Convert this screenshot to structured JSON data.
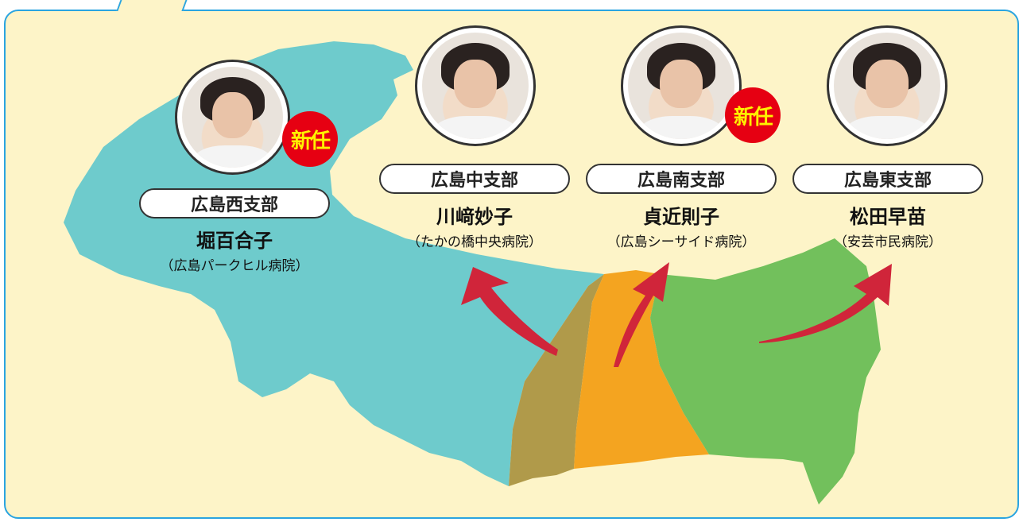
{
  "colors": {
    "panel_bg": "#fdf4c8",
    "panel_border": "#2aa4e0",
    "west": "#6ecbcc",
    "naka": "#b09a4a",
    "minami": "#f4a420",
    "higashi": "#72c05c",
    "arrow": "#d0253a",
    "badge_bg": "#e60012",
    "badge_text": "#fff200"
  },
  "new_badge": "新任",
  "people": [
    {
      "branch": "広島西支部",
      "name": "堀百合子",
      "hospital": "（広島パークヒル病院）",
      "is_new": true
    },
    {
      "branch": "広島中支部",
      "name": "川﨑妙子",
      "hospital": "（たかの橋中央病院）",
      "is_new": false
    },
    {
      "branch": "広島南支部",
      "name": "貞近則子",
      "hospital": "（広島シーサイド病院）",
      "is_new": true
    },
    {
      "branch": "広島東支部",
      "name": "松田早苗",
      "hospital": "（安芸市民病院）",
      "is_new": false
    }
  ]
}
